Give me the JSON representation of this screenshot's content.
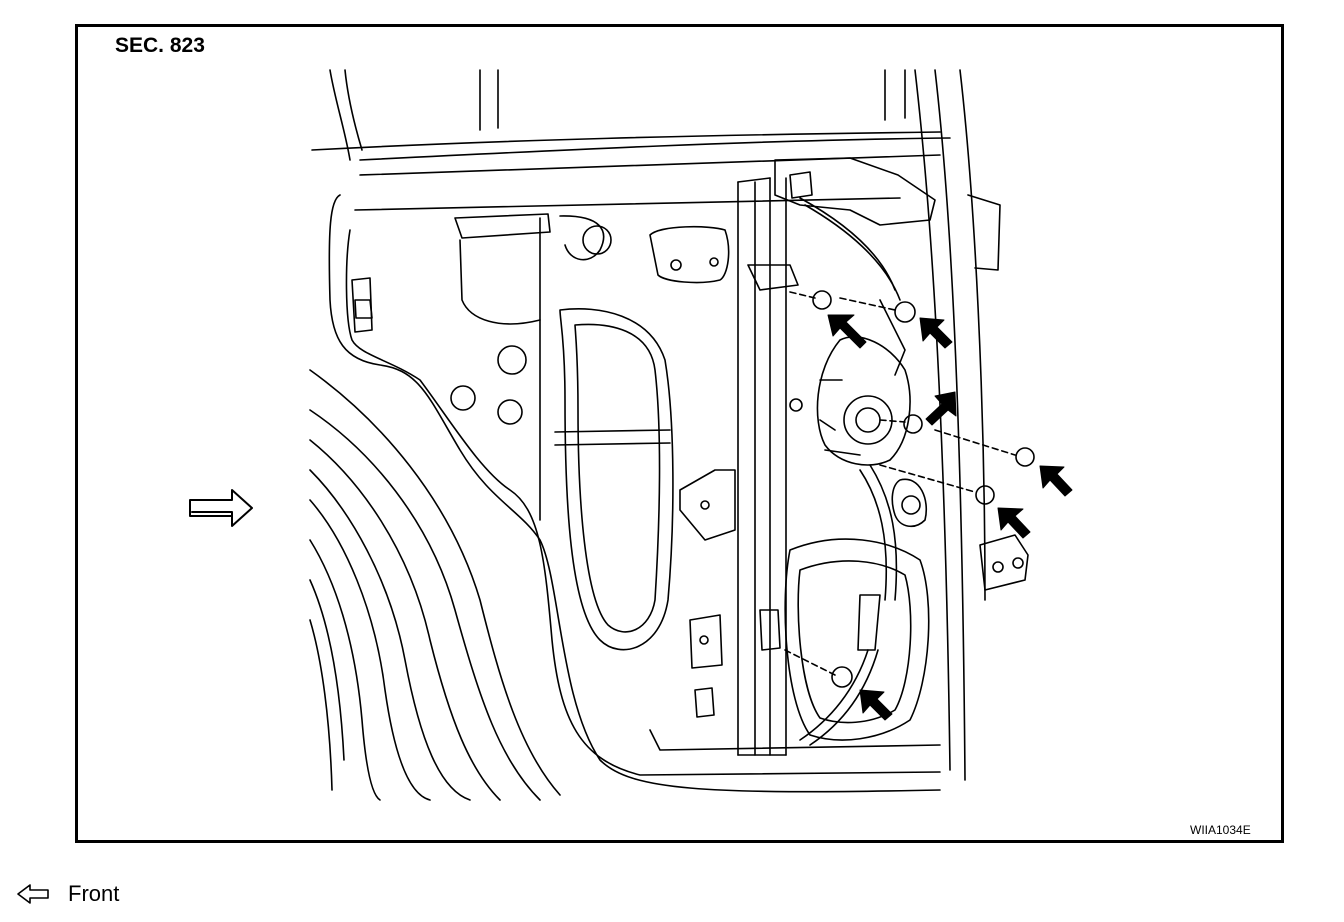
{
  "figure": {
    "section_label": "SEC. 823",
    "figure_code": "WIIA1034E"
  },
  "legend": {
    "icon": "front-direction-arrow-icon",
    "label": "Front"
  },
  "markers": {
    "icon": "bolt-location-arrow-icon",
    "count": 6
  }
}
